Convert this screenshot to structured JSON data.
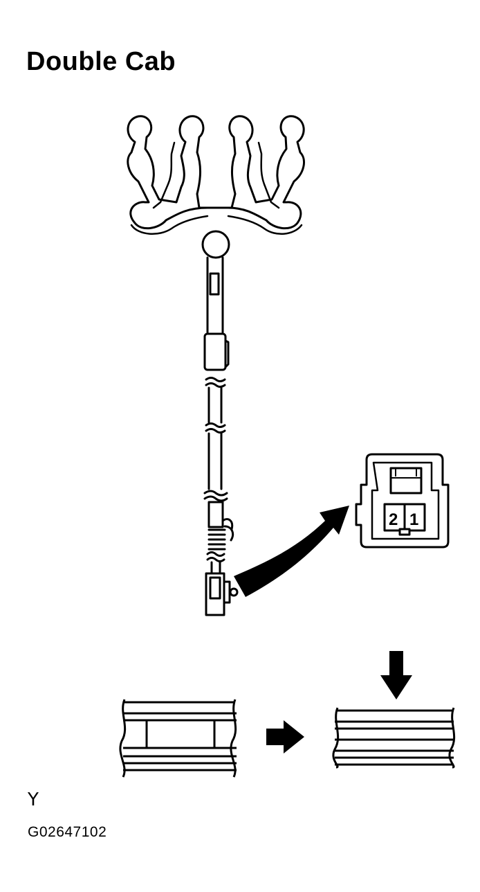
{
  "title": "Double Cab",
  "connector": {
    "pin_left": "2",
    "pin_right": "1"
  },
  "mark": "Y",
  "code": "G02647102",
  "colors": {
    "line": "#000000",
    "background": "#ffffff"
  }
}
